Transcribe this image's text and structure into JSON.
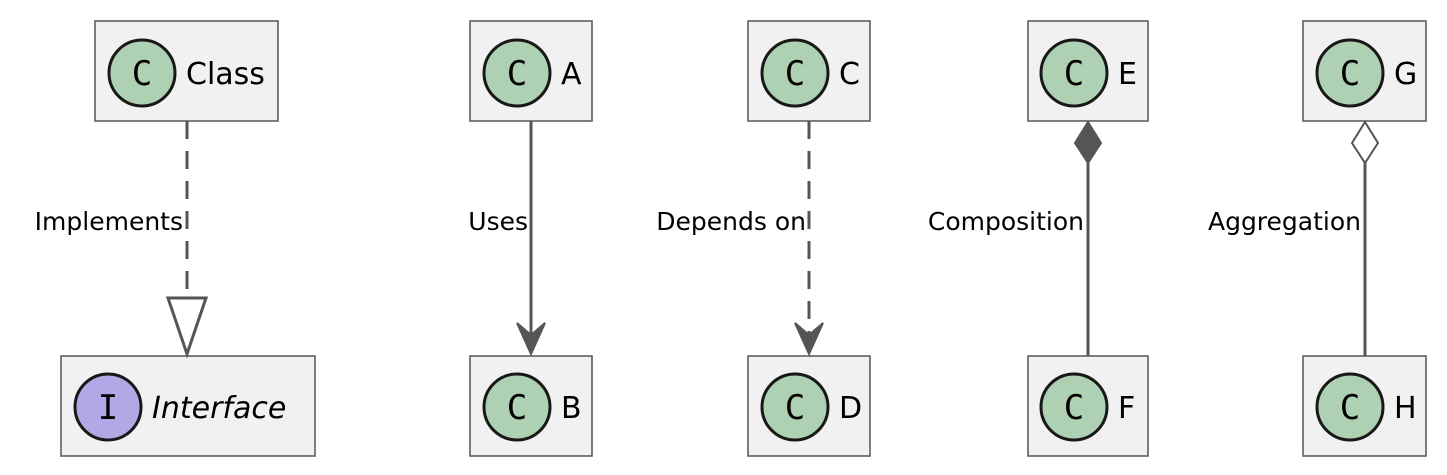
{
  "nodes": [
    {
      "id": "class",
      "badge": "C",
      "label": "Class",
      "kind": "class"
    },
    {
      "id": "interface",
      "badge": "I",
      "label": "Interface",
      "kind": "interface"
    },
    {
      "id": "a",
      "badge": "C",
      "label": "A",
      "kind": "class"
    },
    {
      "id": "b",
      "badge": "C",
      "label": "B",
      "kind": "class"
    },
    {
      "id": "c",
      "badge": "C",
      "label": "C",
      "kind": "class"
    },
    {
      "id": "d",
      "badge": "C",
      "label": "D",
      "kind": "class"
    },
    {
      "id": "e",
      "badge": "C",
      "label": "E",
      "kind": "class"
    },
    {
      "id": "f",
      "badge": "C",
      "label": "F",
      "kind": "class"
    },
    {
      "id": "g",
      "badge": "C",
      "label": "G",
      "kind": "class"
    },
    {
      "id": "h",
      "badge": "C",
      "label": "H",
      "kind": "class"
    }
  ],
  "relations": [
    {
      "from": "Class",
      "to": "Interface",
      "label": "Implements",
      "style": "dashed",
      "head": "hollow-triangle"
    },
    {
      "from": "A",
      "to": "B",
      "label": "Uses",
      "style": "solid",
      "head": "arrow"
    },
    {
      "from": "C",
      "to": "D",
      "label": "Depends on",
      "style": "dashed",
      "head": "arrow"
    },
    {
      "from": "E",
      "to": "F",
      "label": "Composition",
      "style": "solid",
      "head": "filled-diamond"
    },
    {
      "from": "G",
      "to": "H",
      "label": "Aggregation",
      "style": "solid",
      "head": "hollow-diamond"
    }
  ],
  "colors": {
    "class_badge": "#add1b2",
    "interface_badge": "#b4a7e5",
    "box_fill": "#f1f1f1",
    "line": "#555555"
  }
}
